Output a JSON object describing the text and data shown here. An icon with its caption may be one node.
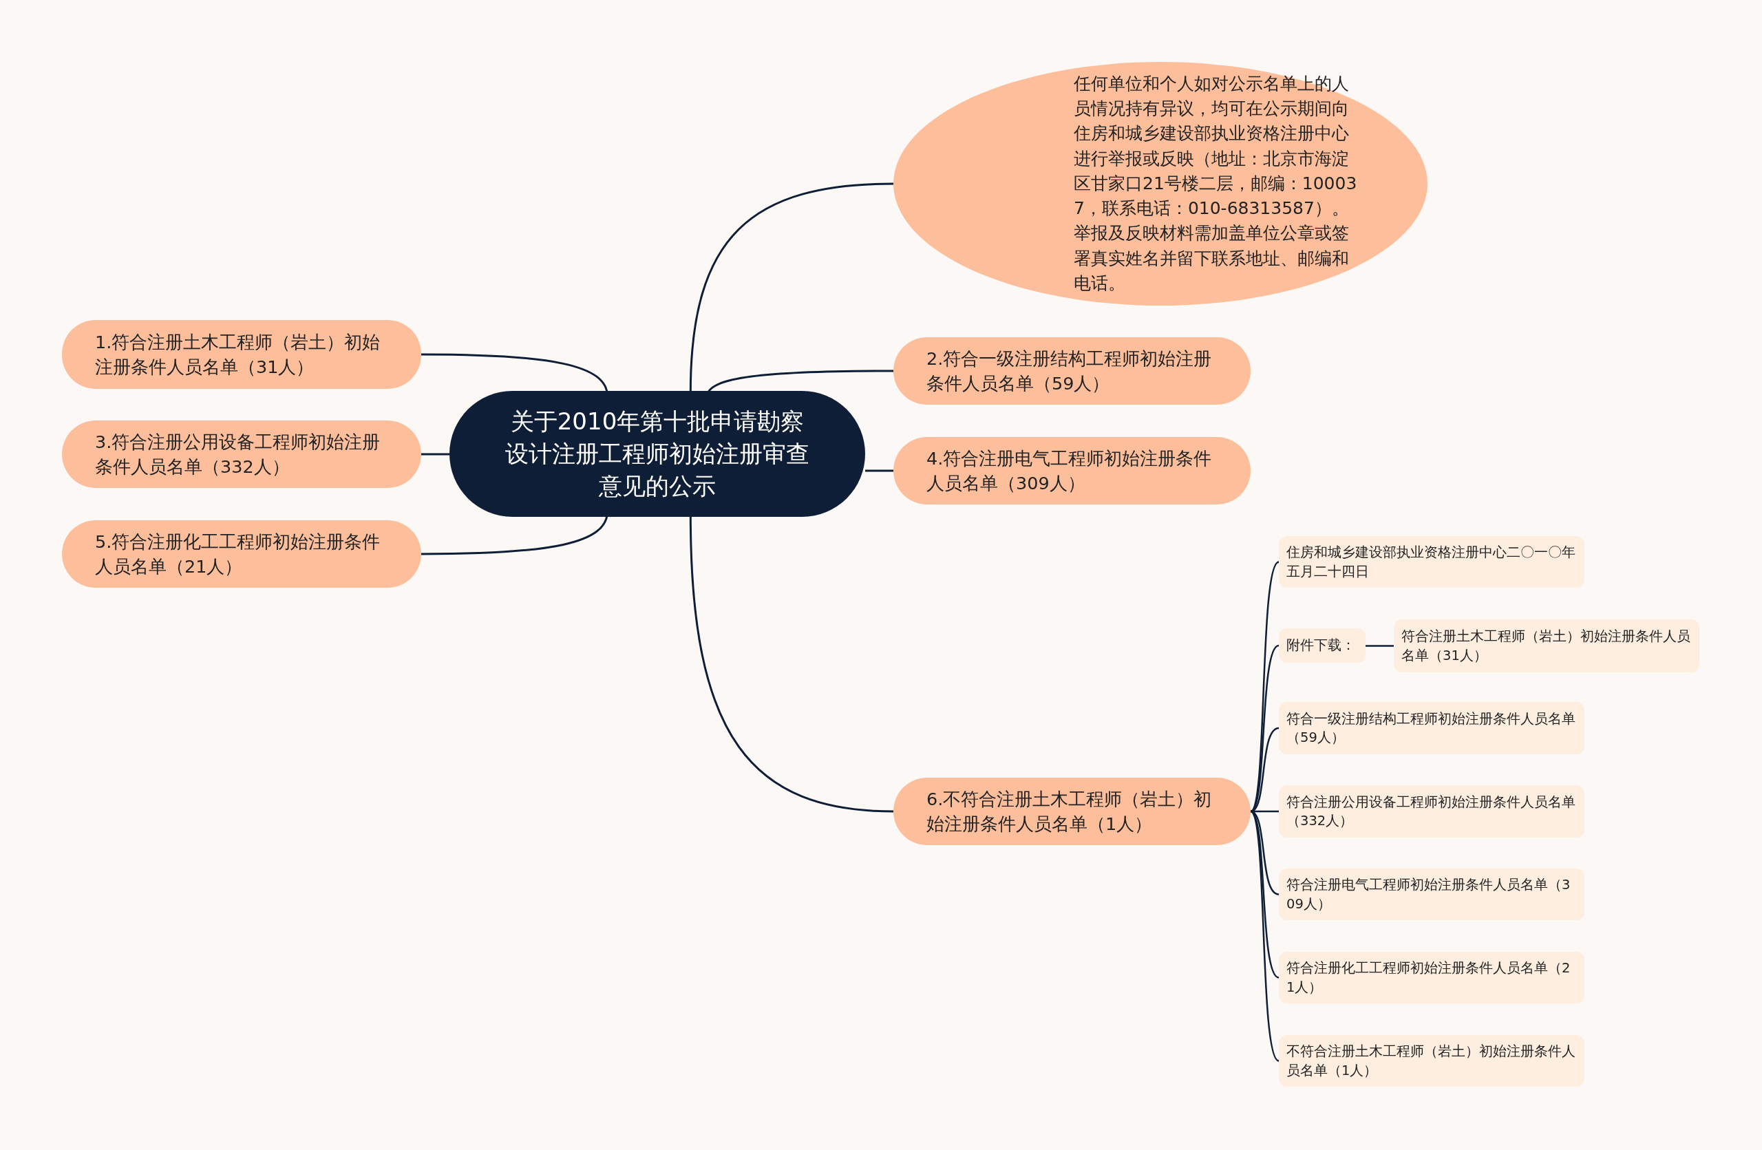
{
  "diagram": {
    "nodes": [
      {
        "text": [
          "关于2010年第十批申请勘察设计注册工程师初始注册审查意见的公示"
        ]
      },
      {
        "text": [
          "任何单位和个人如对公示名单上的人员情况持有异议，均可在公示期间向住房和城乡建设部执业资格注册中心进行举报或反映（地址：北京市海淀区甘家口21号楼二层，邮编：100037，联系电话：010-68313587）。举报及反映材料需加盖单位公章或签署真实姓名并留下联系地址、邮编和电话。"
        ]
      },
      {
        "text": [
          "1.符合注册土木工程师（岩土）初始注册条件人员名单（31人）"
        ]
      },
      {
        "text": [
          "2.符合一级注册结构工程师初始注册条件人员名单（59人）"
        ]
      },
      {
        "text": [
          "3.符合注册公用设备工程师初始注册条件人员名单（332人）"
        ]
      },
      {
        "text": [
          "4.符合注册电气工程师初始注册条件人员名单（309人）"
        ]
      },
      {
        "text": [
          "5.符合注册化工工程师初始注册条件人员名单（21人）"
        ]
      },
      {
        "text": [
          "6.不符合注册土木工程师（岩土）初始注册条件人员名单（1人）"
        ]
      },
      {
        "text": [
          "住房和城乡建设部执业资格注册中心二〇一〇年五月二十四日"
        ]
      },
      {
        "text": [
          "附件下载："
        ]
      },
      {
        "text": [
          "符合注册土木工程师（岩土）初始注册条件人员名单（31人）"
        ]
      },
      {
        "text": [
          "符合一级注册结构工程师初始注册条件人员名单（59人）"
        ]
      },
      {
        "text": [
          "符合注册公用设备工程师初始注册条件人员名单（332人）"
        ]
      },
      {
        "text": [
          "符合注册电气工程师初始注册条件人员名单（309人）"
        ]
      },
      {
        "text": [
          "符合注册化工工程师初始注册条件人员名单（21人）"
        ]
      },
      {
        "text": [
          "不符合注册土木工程师（岩土）初始注册条件人员名单（1人）"
        ]
      }
    ],
    "edges": [
      {
        "from": 0,
        "to": 1,
        "arrow": "none"
      },
      {
        "from": 0,
        "to": 2,
        "arrow": "none"
      },
      {
        "from": 0,
        "to": 3,
        "arrow": "none"
      },
      {
        "from": 0,
        "to": 4,
        "arrow": "none"
      },
      {
        "from": 0,
        "to": 5,
        "arrow": "none"
      },
      {
        "from": 0,
        "to": 6,
        "arrow": "none"
      },
      {
        "from": 0,
        "to": 7,
        "arrow": "none"
      },
      {
        "from": 7,
        "to": 8,
        "arrow": "none"
      },
      {
        "from": 7,
        "to": 9,
        "arrow": "none"
      },
      {
        "from": 9,
        "to": 10,
        "arrow": "none"
      },
      {
        "from": 7,
        "to": 11,
        "arrow": "none"
      },
      {
        "from": 7,
        "to": 12,
        "arrow": "none"
      },
      {
        "from": 7,
        "to": 13,
        "arrow": "none"
      },
      {
        "from": 7,
        "to": 14,
        "arrow": "none"
      },
      {
        "from": 7,
        "to": 15,
        "arrow": "none"
      }
    ]
  }
}
